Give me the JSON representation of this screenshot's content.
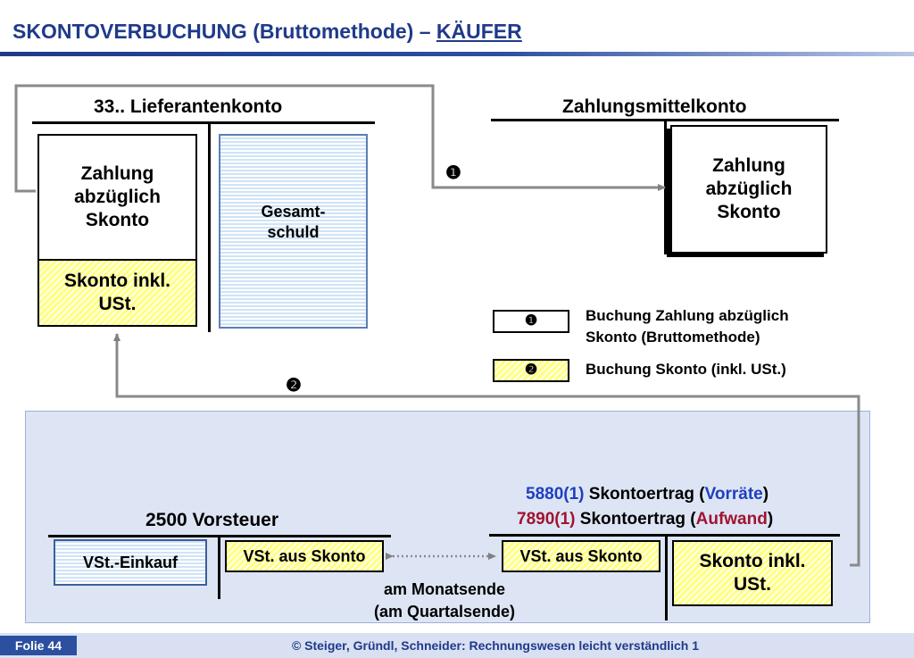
{
  "title": {
    "main": "SKONTOVERBUCHUNG (Bruttomethode) – ",
    "underlined": "KÄUFER"
  },
  "lieferantenkonto": {
    "heading": "33.. Lieferantenkonto",
    "zahlung_label": "Zahlung abzüglich Skonto",
    "skonto_label": "Skonto inkl. USt.",
    "gesamtschuld_label": "Gesamt-schuld"
  },
  "zahlungsmittelkonto": {
    "heading": "Zahlungsmittelkonto",
    "zahlung_label": "Zahlung abzüglich Skonto"
  },
  "markers": {
    "one": "❶",
    "two": "❷"
  },
  "legend": [
    {
      "marker": "❶",
      "text_line1": "Buchung Zahlung abzüglich",
      "text_line2": "Skonto (Bruttomethode)"
    },
    {
      "marker": "❷",
      "text_line1": "Buchung Skonto (inkl. USt.)"
    }
  ],
  "vorsteuer": {
    "heading": "2500 Vorsteuer",
    "einkauf_label": "VSt.-Einkauf",
    "skonto_label": "VSt. aus Skonto"
  },
  "skontoertrag": {
    "line1_code": "5880(1)",
    "line1_text": " Skontoertrag (",
    "line1_highlight": "Vorräte",
    "line1_end": ")",
    "line2_code": "7890(1)",
    "line2_text": " Skontoertrag (",
    "line2_highlight": "Aufwand",
    "line2_end": ")",
    "vst_label": "VSt. aus Skonto",
    "skonto_label": "Skonto inkl. USt."
  },
  "note": {
    "line1": "am Monatsende",
    "line2": "(am Quartalsende)"
  },
  "footer": {
    "slide": "Folie 44",
    "copyright": "© Steiger, Gründl, Schneider: Rechnungswesen leicht verständlich 1"
  },
  "colors": {
    "title": "#1f3a8a",
    "hatch_yellow": "#ffff80",
    "stripe_blue": "#cfe3f7",
    "code_blue": "#1f3fbf",
    "code_red": "#a01430"
  }
}
